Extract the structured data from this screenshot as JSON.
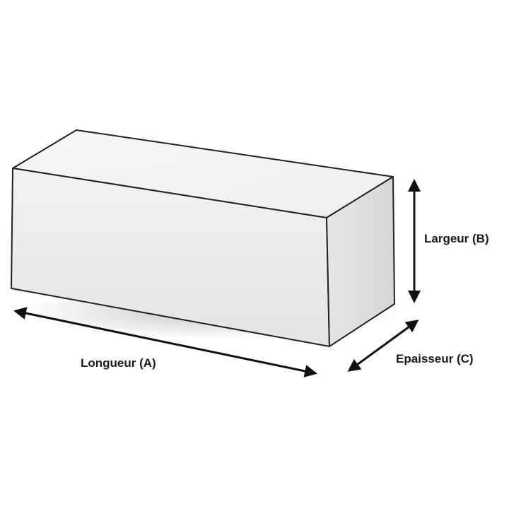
{
  "labels": {
    "length": "Longueur (A)",
    "width": "Largeur (B)",
    "thickness": "Epaisseur (C)"
  },
  "colors": {
    "front_face": "#ececec",
    "top_face": "#f5f5f5",
    "side_face": "#e2e2e2",
    "edge": "#222222",
    "arrow": "#111111"
  }
}
